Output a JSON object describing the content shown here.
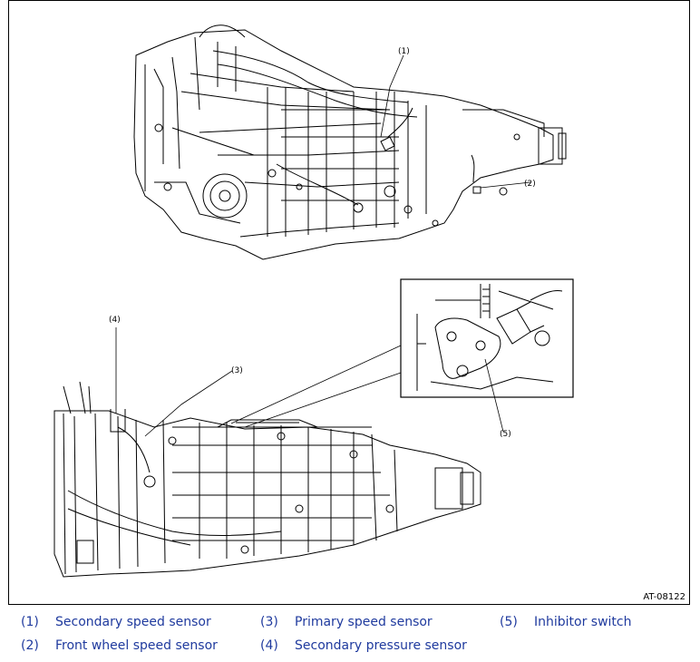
{
  "figure_id": "AT-08122",
  "callouts": [
    "(1)",
    "(2)",
    "(3)",
    "(4)",
    "(5)"
  ],
  "legend": [
    {
      "num": "(1)",
      "label": "Secondary speed sensor"
    },
    {
      "num": "(2)",
      "label": "Front wheel speed sensor"
    },
    {
      "num": "(3)",
      "label": "Primary speed sensor"
    },
    {
      "num": "(4)",
      "label": "Secondary pressure sensor"
    },
    {
      "num": "(5)",
      "label": "Inhibitor switch"
    }
  ]
}
